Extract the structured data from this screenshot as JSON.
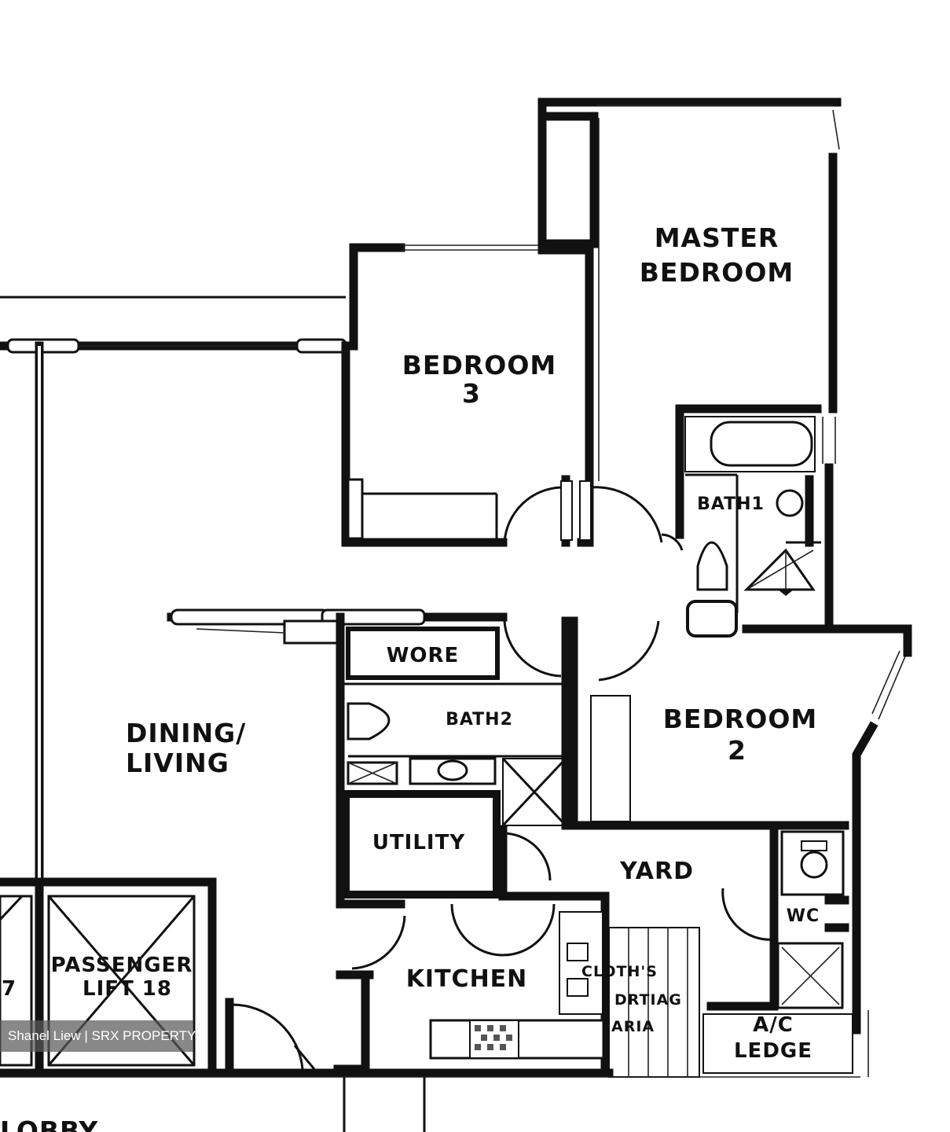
{
  "rooms": {
    "master_bedroom": [
      "MASTER",
      "BEDROOM"
    ],
    "bedroom_3": [
      "BEDROOM",
      "3"
    ],
    "bedroom_2": [
      "BEDROOM",
      "2"
    ],
    "bath_1": "BATH1",
    "bath_2": "BATH2",
    "wore": "WORE",
    "dining_living": [
      "DINING/",
      "LIVING"
    ],
    "utility": "UTILITY",
    "yard": "YARD",
    "wc": "WC",
    "kitchen": "KITCHEN",
    "clothes_drying": [
      "CLOTH'S",
      "DRTIAG",
      "ARIA"
    ],
    "ac_ledge": [
      "A/C",
      "LEDGE"
    ],
    "passenger_lift": [
      "PASSENGER",
      "LIFT 18"
    ],
    "lift_partial": "7",
    "lobby_partial": "LOBBY"
  },
  "watermark": "Shanel Liew | SRX PROPERTY"
}
